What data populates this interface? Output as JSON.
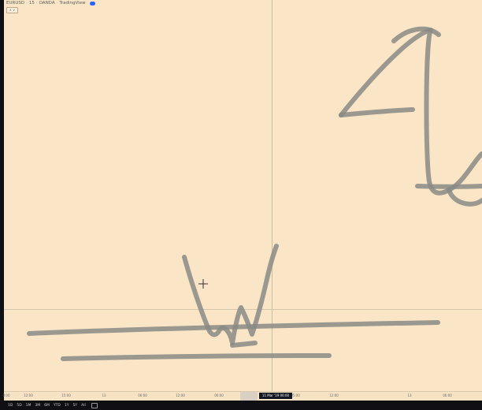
{
  "header": {
    "symbol": "EURUSD",
    "interval": "15",
    "broker": "OANDA",
    "platform": "TradingView",
    "collapse_label": "∧ ∨"
  },
  "time_axis": {
    "ticks": [
      "0:00",
      "12:00",
      "15:00",
      "13",
      "06:00",
      "12:00",
      "06:00",
      "05:00",
      "12:00",
      "13",
      "06:00"
    ],
    "crosshair_time": "11 Mar '19 06:00"
  },
  "toolbar": {
    "ranges": [
      "1D",
      "5D",
      "1M",
      "3M",
      "6M",
      "YTD",
      "1Y",
      "5Y",
      "All"
    ]
  },
  "colors": {
    "background": "#fae6c7",
    "drawing_stroke": "#8a8a85",
    "crosshair": "#c9bca5",
    "toolbar": "#101014"
  },
  "icons": {
    "cursor": "crosshair-cursor-icon",
    "date_range": "calendar-icon"
  }
}
